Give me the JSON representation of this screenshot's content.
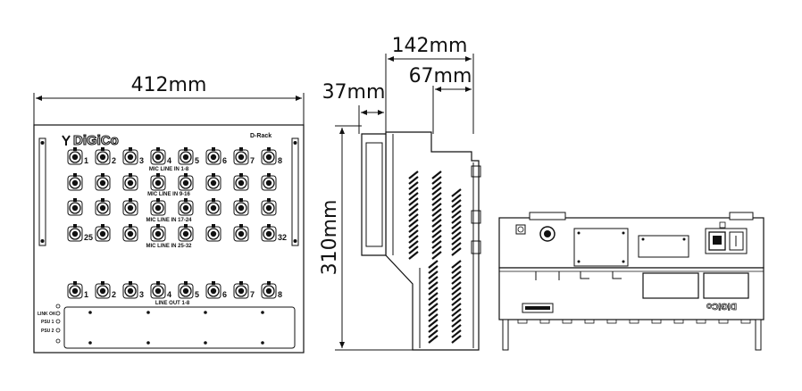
{
  "dimensions": {
    "front_width": "412mm",
    "side_depth": "142mm",
    "side_handle": "37mm",
    "side_rear": "67mm",
    "height": "310mm"
  },
  "front_panel": {
    "logo": "DiGiCo",
    "model": "D-Rack",
    "mic_row_labels": [
      "MIC LINE IN 1-8",
      "MIC LINE IN 9-16",
      "MIC LINE IN 17-24",
      "MIC LINE IN 25-32"
    ],
    "mic_numbers": [
      "1",
      "2",
      "3",
      "4",
      "5",
      "6",
      "7",
      "8"
    ],
    "mic_first_last": [
      "25",
      "32"
    ],
    "line_out_label": "LINE OUT 1-8",
    "line_out_numbers": [
      "1",
      "2",
      "3",
      "4",
      "5",
      "6",
      "7",
      "8"
    ],
    "status_labels": [
      "LINK OK",
      "PSU 1",
      "PSU 2"
    ]
  },
  "rear_view": {
    "logo": "DiGiCo"
  }
}
